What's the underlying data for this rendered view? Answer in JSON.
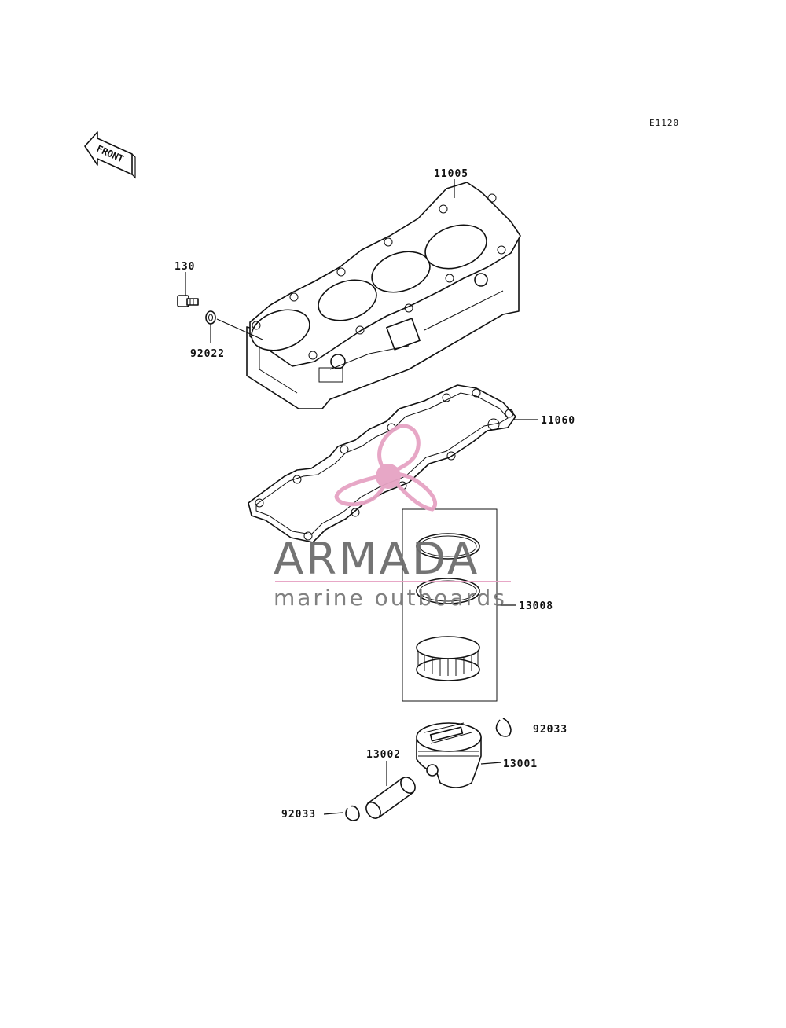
{
  "diagram": {
    "code": "E1120",
    "front_label": "FRONT",
    "parts": {
      "cylinder_block": "11005",
      "bolt": "130",
      "washer": "92022",
      "gasket": "11060",
      "piston_ring_set": "13008",
      "piston": "13001",
      "piston_pin": "13002",
      "circlip_right": "92033",
      "circlip_left": "92033"
    }
  },
  "watermark": {
    "title": "ARMADA",
    "subtitle": "marine outboards",
    "accent_color": "#e6a3c4",
    "text_color": "#6d6d6d"
  }
}
